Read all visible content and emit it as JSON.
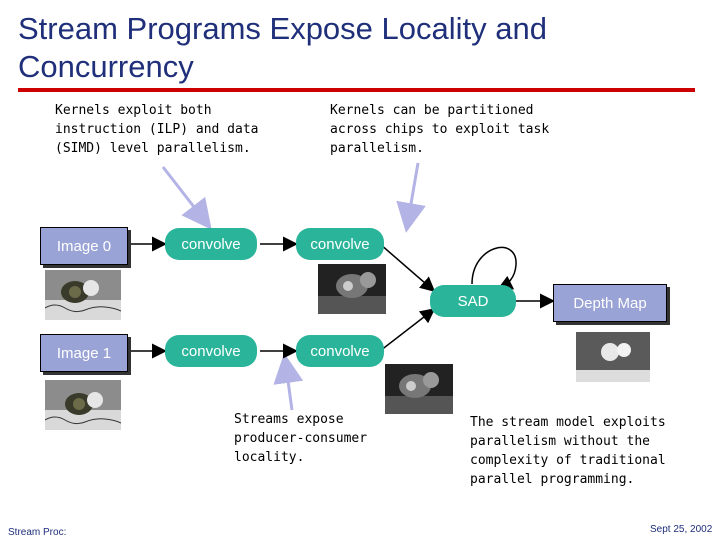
{
  "slide": {
    "title": "Stream Programs Expose Locality and Concurrency",
    "notes": {
      "kernels_ilp": "Kernels exploit both instruction (ILP) and data (SIMD) level parallelism.",
      "kernels_partition": "Kernels can be partitioned across chips to exploit task parallelism.",
      "producer_consumer": "Streams expose producer-consumer locality.",
      "stream_model": "The stream model exploits parallelism without the complexity of traditional parallel programming."
    },
    "nodes": {
      "image0": "Image 0",
      "image1": "Image 1",
      "convolve_0a": "convolve",
      "convolve_0b": "convolve",
      "convolve_1a": "convolve",
      "convolve_1b": "convolve",
      "sad": "SAD",
      "depth_map": "Depth Map"
    },
    "footer": {
      "left": "Stream Proc:",
      "right": "Sept 25, 2002"
    },
    "colors": {
      "title": "#1f2f7a",
      "rule": "#cc0000",
      "kernel": "#2ab59a",
      "stream": "#9aa3d6",
      "callout_arrow": "#b3b3e6"
    }
  }
}
